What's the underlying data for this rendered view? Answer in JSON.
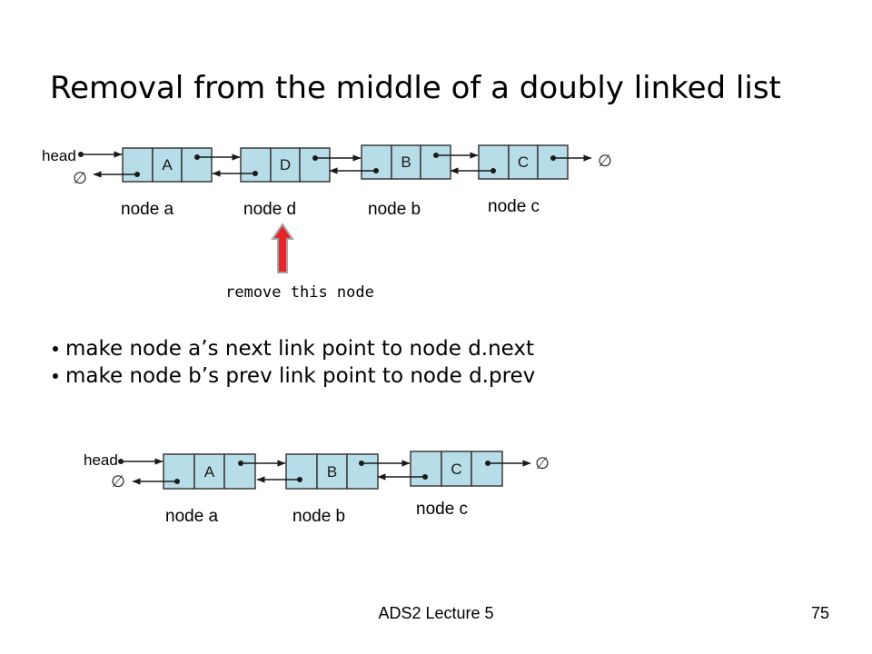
{
  "title": "Removal from the middle of a doubly linked list",
  "null_symbol": "∅",
  "diagram_before": {
    "head_label": "head",
    "nodes": [
      {
        "data": "A",
        "label": "node a"
      },
      {
        "data": "D",
        "label": "node d"
      },
      {
        "data": "B",
        "label": "node b"
      },
      {
        "data": "C",
        "label": "node c"
      }
    ],
    "annotation": "remove this node"
  },
  "bullets": [
    "make node a’s next link point to node d.next",
    "make node b’s prev link point to node d.prev"
  ],
  "diagram_after": {
    "head_label": "head",
    "nodes": [
      {
        "data": "A",
        "label": "node a"
      },
      {
        "data": "B",
        "label": "node b"
      },
      {
        "data": "C",
        "label": "node c"
      }
    ]
  },
  "footer": {
    "lecture": "ADS2 Lecture 5",
    "page": "75"
  },
  "colors": {
    "node_fill": "#b7dde8",
    "node_border": "#3a3a3a",
    "link": "#1a1a1a",
    "remove_arrow_fill": "#e3262b",
    "remove_arrow_border": "#a6a6a6"
  }
}
